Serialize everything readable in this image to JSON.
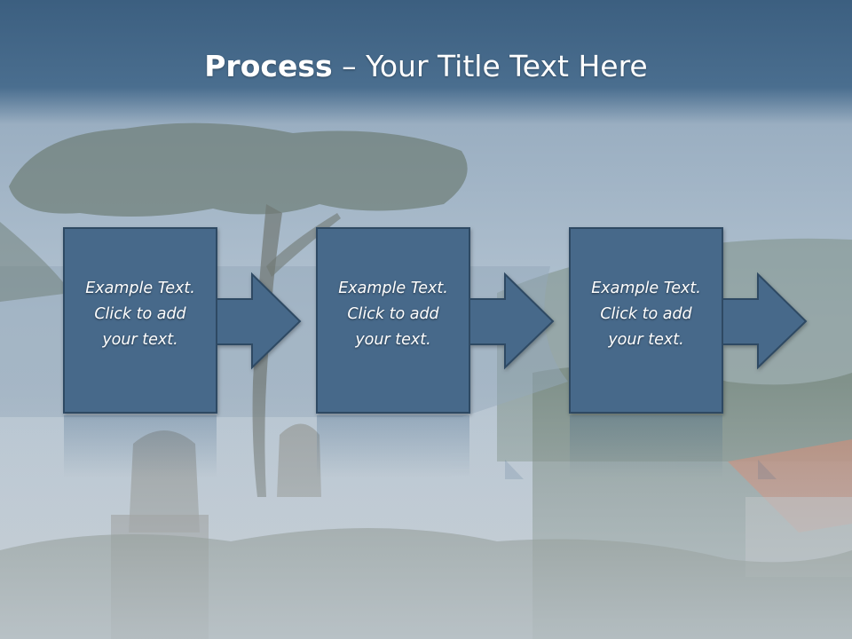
{
  "slide": {
    "title_bold": "Process",
    "title_rest": " – Your Title Text Here"
  },
  "steps": [
    {
      "lines": [
        "Example Text.",
        "Click  to add",
        "your text."
      ]
    },
    {
      "lines": [
        "Example Text.",
        "Click  to add",
        "your text."
      ]
    },
    {
      "lines": [
        "Example Text.",
        "Click  to add",
        "your text."
      ]
    }
  ],
  "colors": {
    "box_fill": "#46698a",
    "box_border": "#2f4a63",
    "title_band": "#4a6e8f",
    "text": "#ffffff"
  }
}
